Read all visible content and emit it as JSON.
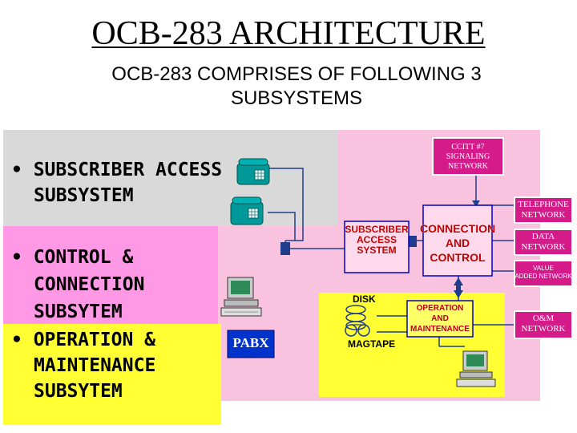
{
  "slide": {
    "title": "OCB-283 ARCHITECTURE",
    "subtitle": "OCB-283 COMPRISES OF FOLLOWING 3 SUBSYSTEMS"
  },
  "bullets": [
    {
      "line1": "• SUBSCRIBER ACCESS",
      "line2": "SUBSYSTEM"
    },
    {
      "line1": "• CONTROL &",
      "line2": "CONNECTION",
      "line3": "SUBSYTEM"
    },
    {
      "line1": "• OPERATION &",
      "line2": "MAINTENANCE",
      "line3": "SUBSYTEM"
    }
  ],
  "blocks": {
    "sas": {
      "line1": "SUBSCRIBER",
      "line2": "ACCESS",
      "line3": "SYSTEM"
    },
    "cc": {
      "line1": "CONNECTION",
      "line2": "AND",
      "line3": "CONTROL"
    },
    "om": {
      "line1": "OPERATION",
      "line2": "AND",
      "line3": "MAINTENANCE"
    }
  },
  "labels": {
    "ccitt_line1": "CCITT #7",
    "ccitt_line2": "SIGNALING",
    "ccitt_line3": "NETWORK",
    "pabx": "PABX",
    "disk": "DISK",
    "magtape": "MAGTAPE"
  },
  "networks": {
    "telephone": {
      "line1": "TELEPHONE",
      "line2": "NETWORK"
    },
    "data": {
      "line1": "DATA",
      "line2": "NETWORK"
    },
    "vas": {
      "line1": "VALUE",
      "line2": "ADDED NETWORK"
    },
    "om": {
      "line1": "O&M",
      "line2": "NETWORK"
    }
  },
  "colors": {
    "pink": "#f9c3e0",
    "gray": "#d9d9d9",
    "magenta": "#ff99e6",
    "yellow": "#ffff33",
    "network_fill": "#d51a8a",
    "block_border": "#0000cc",
    "block_text": "#c00000",
    "connector": "#1f3d8a",
    "pabx_fill": "#0033cc"
  },
  "icons": [
    "telephone-icon",
    "computer-icon",
    "disk-icon",
    "magtape-icon"
  ]
}
